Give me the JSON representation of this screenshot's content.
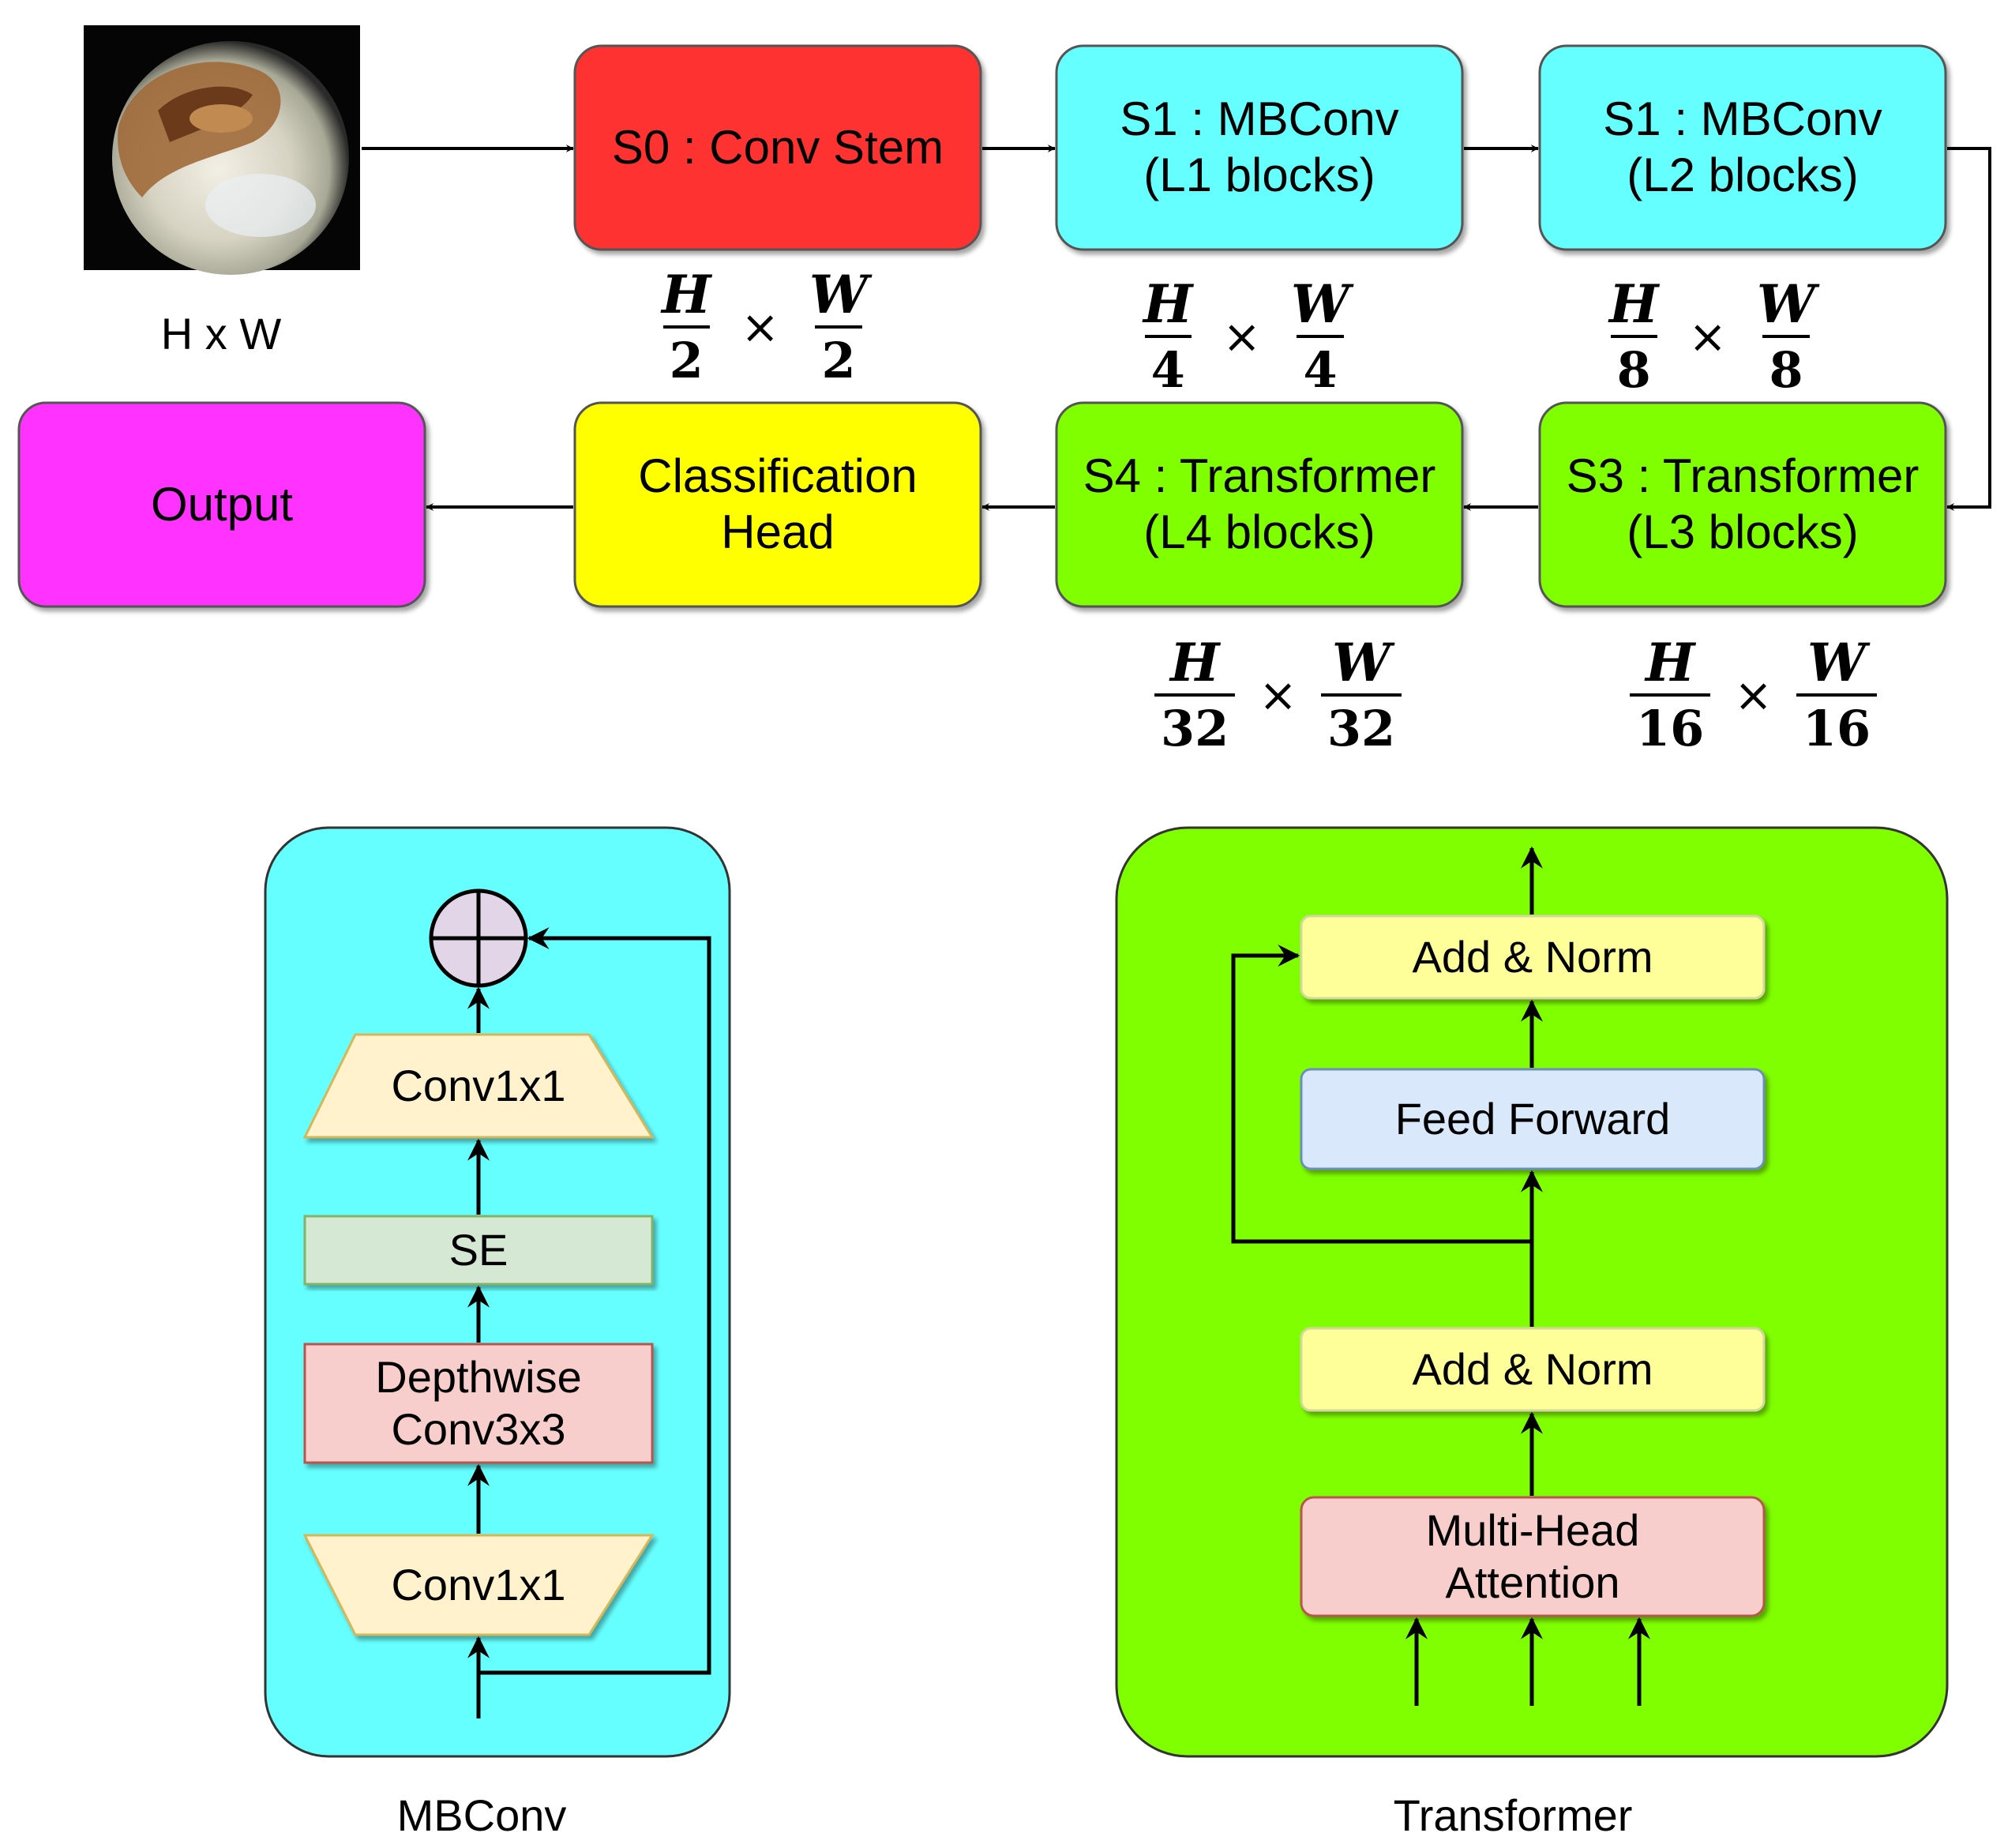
{
  "input_label": "H x W",
  "stages": {
    "s0": "S0 : Conv Stem",
    "s1a": [
      "S1 : MBConv",
      "(L1 blocks)"
    ],
    "s1b": [
      "S1 : MBConv",
      "(L2 blocks)"
    ],
    "s3": [
      "S3 : Transformer",
      "(L3 blocks)"
    ],
    "s4": [
      "S4 : Transformer",
      "(L4 blocks)"
    ],
    "head": [
      "Classification",
      "Head"
    ],
    "output": "Output"
  },
  "dims": {
    "d2": {
      "num_h": "H",
      "den_h": "2",
      "num_w": "W",
      "den_w": "2"
    },
    "d4": {
      "num_h": "H",
      "den_h": "4",
      "num_w": "W",
      "den_w": "4"
    },
    "d8": {
      "num_h": "H",
      "den_h": "8",
      "num_w": "W",
      "den_w": "8"
    },
    "d32": {
      "num_h": "H",
      "den_h": "32",
      "num_w": "W",
      "den_w": "32"
    },
    "d16": {
      "num_h": "H",
      "den_h": "16",
      "num_w": "W",
      "den_w": "16"
    },
    "times": "×"
  },
  "mbconv": {
    "caption": "MBConv",
    "conv_top": "Conv1x1",
    "se": "SE",
    "depthwise": [
      "Depthwise",
      "Conv3x3"
    ],
    "conv_bottom": "Conv1x1"
  },
  "transformer": {
    "caption": "Transformer",
    "add_norm_top": "Add & Norm",
    "feed_forward": "Feed Forward",
    "add_norm_bottom": "Add & Norm",
    "mha": [
      "Multi-Head",
      "Attention"
    ]
  },
  "colors": {
    "conv_stem": "#ff3333",
    "mbconv": "#66ffff",
    "transformer": "#80ff00",
    "head": "#ffff00",
    "output": "#ff33ff",
    "conv1x1": "#fff2cc",
    "se": "#d5e8d4",
    "depthwise": "#f8cecc",
    "add_norm": "#ffff99",
    "feed_forward": "#dae8fc",
    "mha": "#f8cecc",
    "sum_node": "#e1d5e7"
  }
}
